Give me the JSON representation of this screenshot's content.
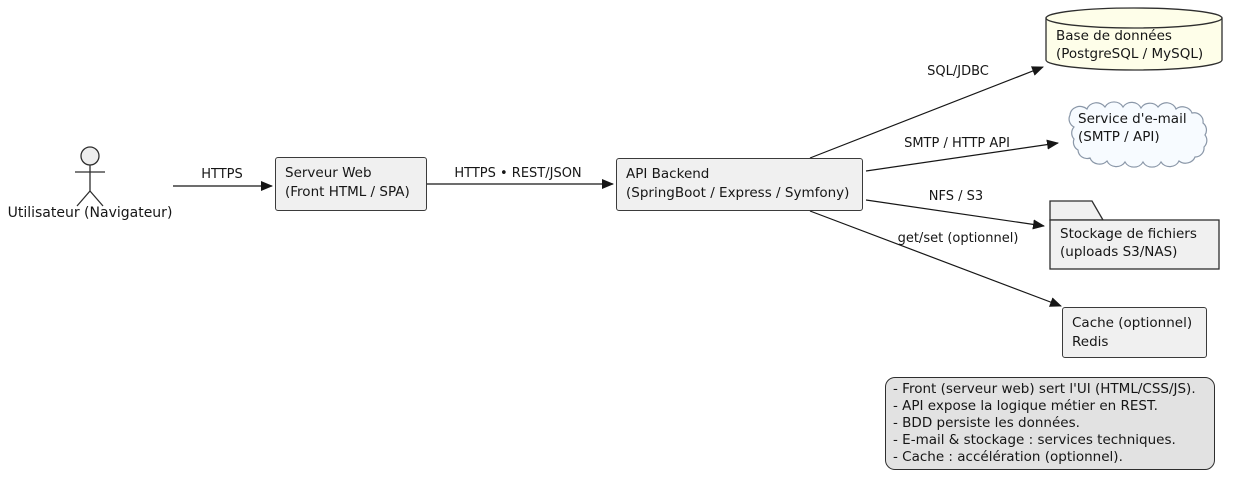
{
  "diagram": {
    "actor": {
      "label": "Utilisateur (Navigateur)"
    },
    "nodes": {
      "web_server": {
        "line1": "Serveur Web",
        "line2": "(Front HTML / SPA)"
      },
      "api_backend": {
        "line1": "API Backend",
        "line2": "(SpringBoot / Express / Symfony)"
      },
      "database": {
        "line1": "Base de données",
        "line2": "(PostgreSQL / MySQL)"
      },
      "email_service": {
        "line1": "Service d'e-mail",
        "line2": "(SMTP / API)"
      },
      "file_storage": {
        "line1": "Stockage de fichiers",
        "line2": "(uploads S3/NAS)"
      },
      "cache": {
        "line1": "Cache (optionnel)",
        "line2": "Redis"
      }
    },
    "edges": {
      "user_to_web": {
        "label": "HTTPS"
      },
      "web_to_api": {
        "label": "HTTPS • REST/JSON"
      },
      "api_to_db": {
        "label": "SQL/JDBC"
      },
      "api_to_email": {
        "label": "SMTP / HTTP API"
      },
      "api_to_storage": {
        "label": "NFS / S3"
      },
      "api_to_cache": {
        "label": "get/set (optionnel)"
      }
    },
    "note": {
      "lines": [
        "- Front (serveur web) sert l'UI (HTML/CSS/JS).",
        "- API expose la logique métier en REST.",
        "- BDD persiste les données.",
        "- E-mail & stockage : services techniques.",
        "- Cache : accélération (optionnel)."
      ]
    },
    "colors": {
      "node_fill": "#f0f0f0",
      "node_border": "#3b3b3b",
      "database_fill": "#fefee9",
      "cloud_fill": "#f7fbff",
      "cloud_border": "#8a97a8",
      "note_fill": "#e2e2e2",
      "actor_head_fill": "#ededed",
      "line": "#161616",
      "background": "#ffffff"
    }
  }
}
